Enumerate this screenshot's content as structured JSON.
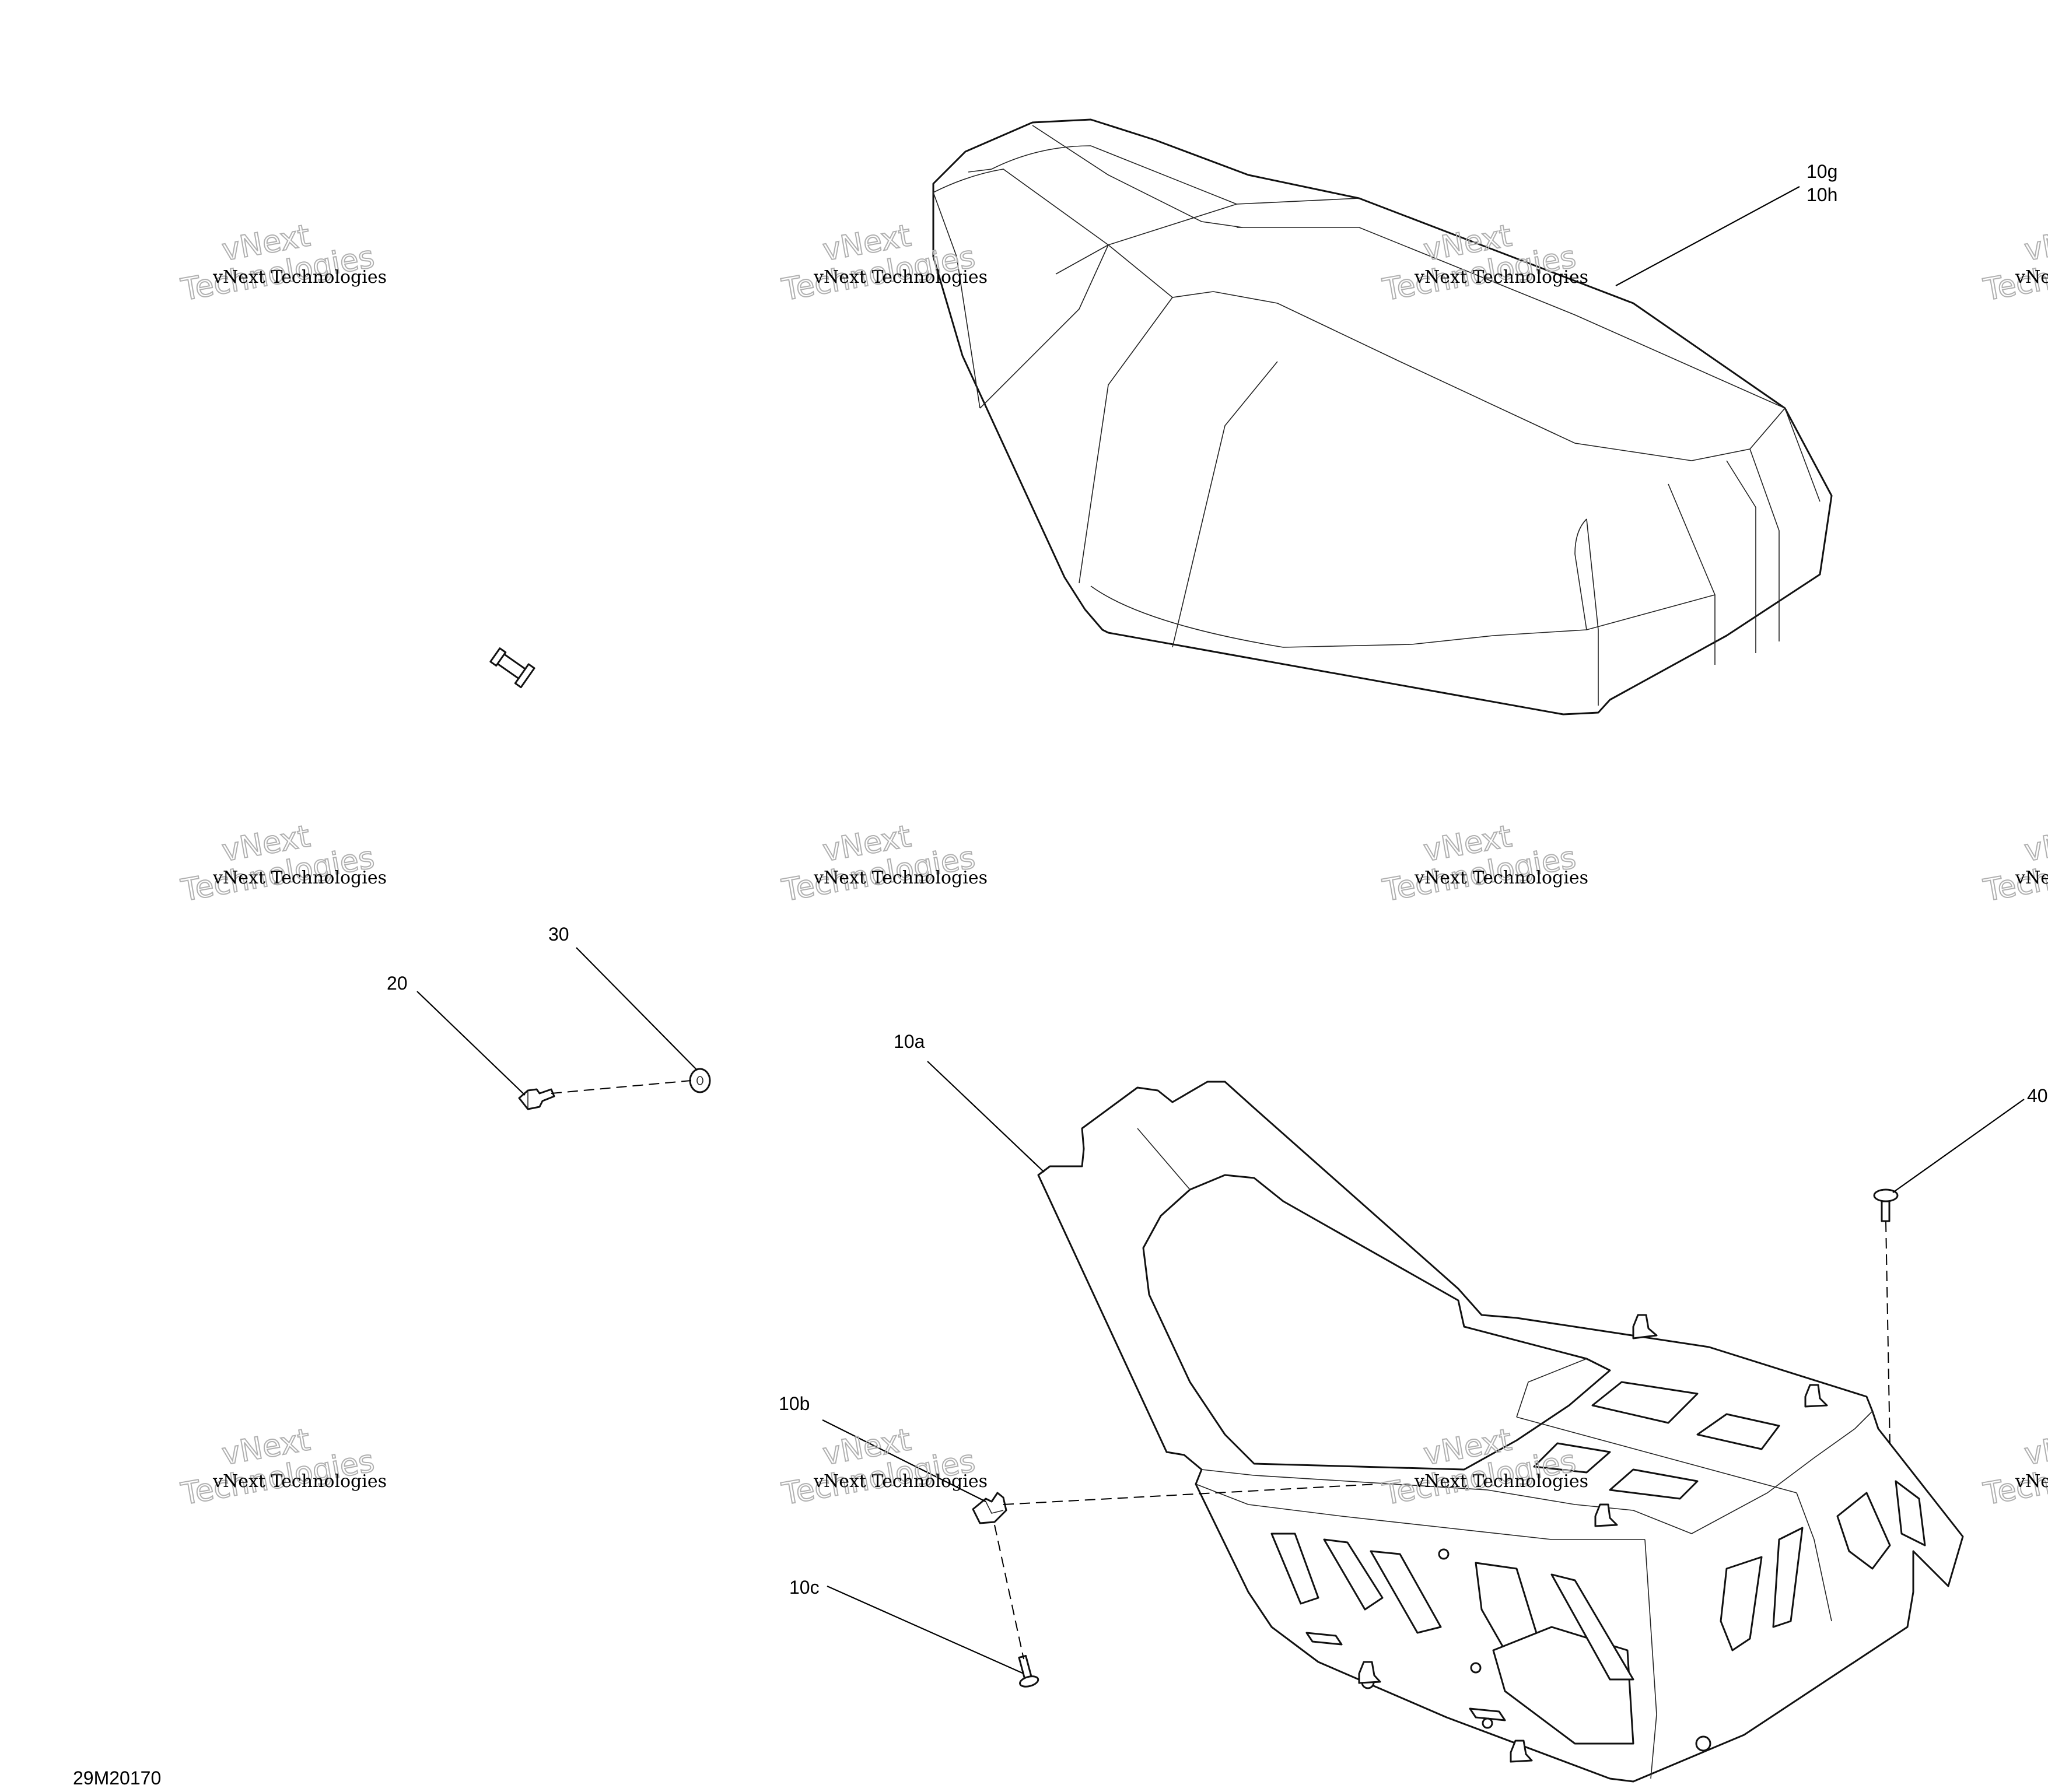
{
  "diagram": {
    "reference_code": "29M20170",
    "watermark": {
      "line1": "vNext Technologies",
      "line2": "vNext",
      "line3": "Technologies"
    },
    "callouts": [
      {
        "id": "seat-label-1",
        "text": "10g"
      },
      {
        "id": "seat-label-2",
        "text": "10h"
      },
      {
        "id": "base-label",
        "text": "10a"
      },
      {
        "id": "clip-label",
        "text": "10b"
      },
      {
        "id": "rivet-label",
        "text": "10c"
      },
      {
        "id": "bolt-label",
        "text": "20"
      },
      {
        "id": "washer-label",
        "text": "30"
      },
      {
        "id": "screw-label",
        "text": "40"
      }
    ]
  }
}
